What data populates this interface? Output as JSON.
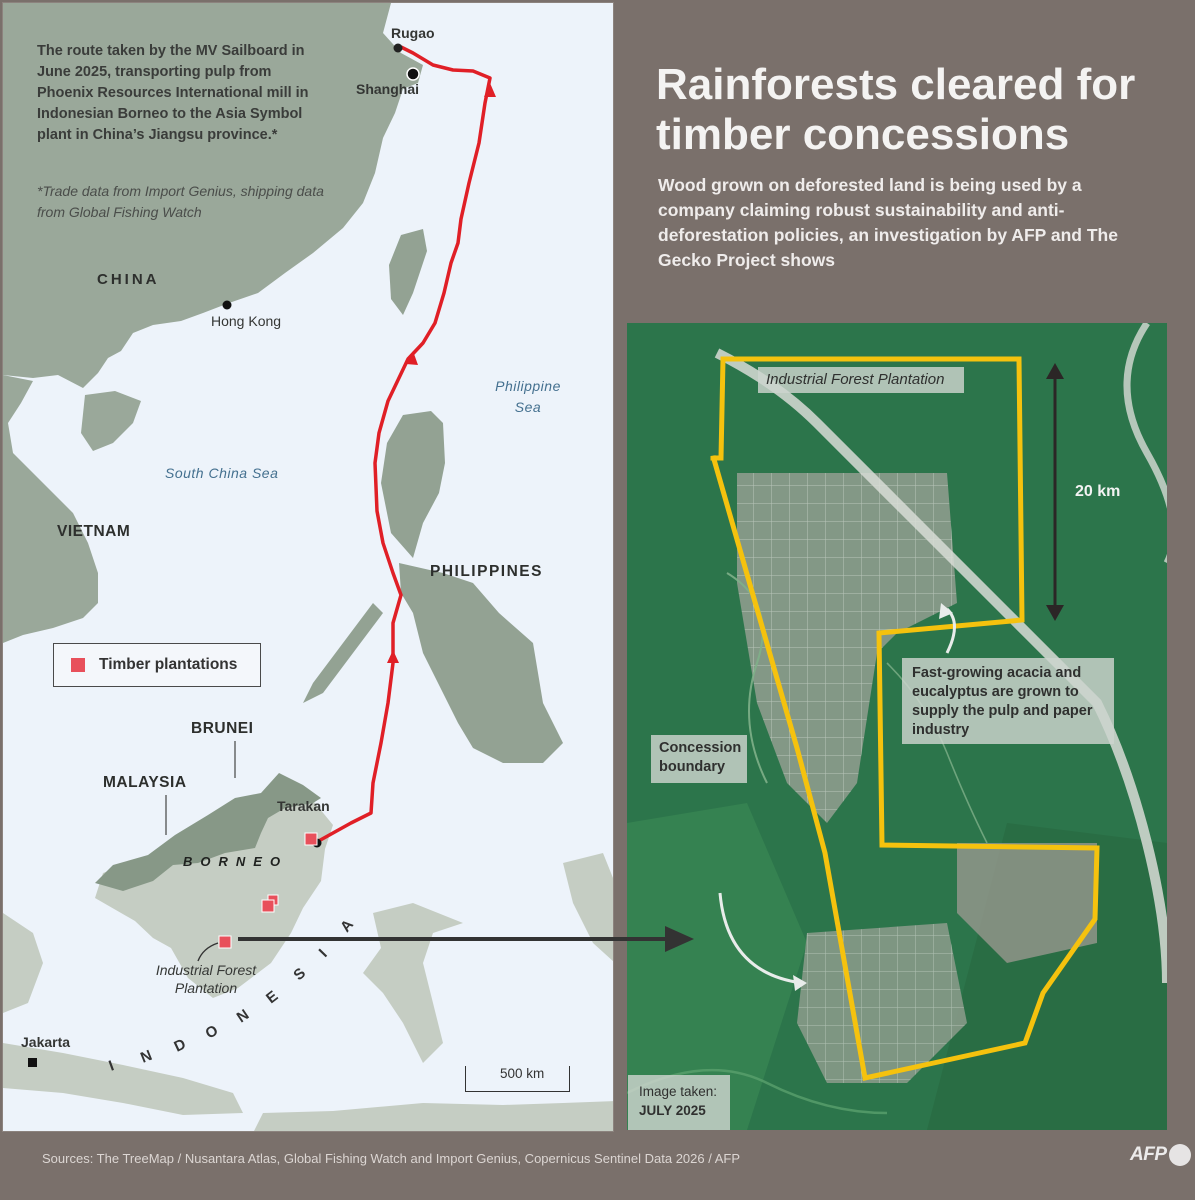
{
  "colors": {
    "background": "#7a706b",
    "sea": "#edf3fa",
    "land": "#9aa89a",
    "land_dark": "#7f907f",
    "land_light": "#c5cdc3",
    "route": "#e01f26",
    "plantation": "#e8505b",
    "concession_boundary": "#f5c20e",
    "forest": "#2f7a4f",
    "sea_label": "#44708f"
  },
  "left_map": {
    "intro": "The route taken by the MV Sailboard in June 2025, transporting pulp from Phoenix Resources International mill in Indonesian Borneo to the Asia Symbol plant in China’s Jiangsu province.*",
    "note": "*Trade data from Import Genius, shipping data from Global Fishing Watch",
    "labels": {
      "china": "CHINA",
      "vietnam": "VIETNAM",
      "philippines": "PHILIPPINES",
      "brunei": "BRUNEI",
      "malaysia": "MALAYSIA",
      "borneo": "BORNEO",
      "indonesia": [
        "I",
        "N",
        "D",
        "O",
        "N",
        "E",
        "S",
        "I",
        "A"
      ],
      "south_china_sea": "South China Sea",
      "philippine_sea": "Philippine Sea",
      "rugao": "Rugao",
      "shanghai": "Shanghai",
      "hong_kong": "Hong Kong",
      "tarakan": "Tarakan",
      "jakarta": "Jakarta",
      "industrial_forest_plantation": "Industrial Forest Plantation"
    },
    "legend": {
      "label": "Timber plantations"
    },
    "scale": "500 km"
  },
  "header": {
    "title": "Rainforests cleared for timber concessions",
    "subtitle": "Wood grown on deforested land is being used by a company claiming robust sustainability and anti-deforestation policies, an investigation by AFP and The Gecko Project shows"
  },
  "satellite": {
    "industrial_label": "Industrial Forest Plantation",
    "scale": "20 km",
    "fast_growing_note": "Fast-growing acacia and eucalyptus are grown to supply the pulp and paper industry",
    "concession_label": "Concession boundary",
    "image_taken_label": "Image taken:",
    "image_taken_date": "JULY 2025"
  },
  "footer": {
    "sources": "Sources: The TreeMap / Nusantara Atlas, Global Fishing Watch and Import Genius, Copernicus Sentinel Data 2026 / AFP",
    "logo": "AFP"
  }
}
